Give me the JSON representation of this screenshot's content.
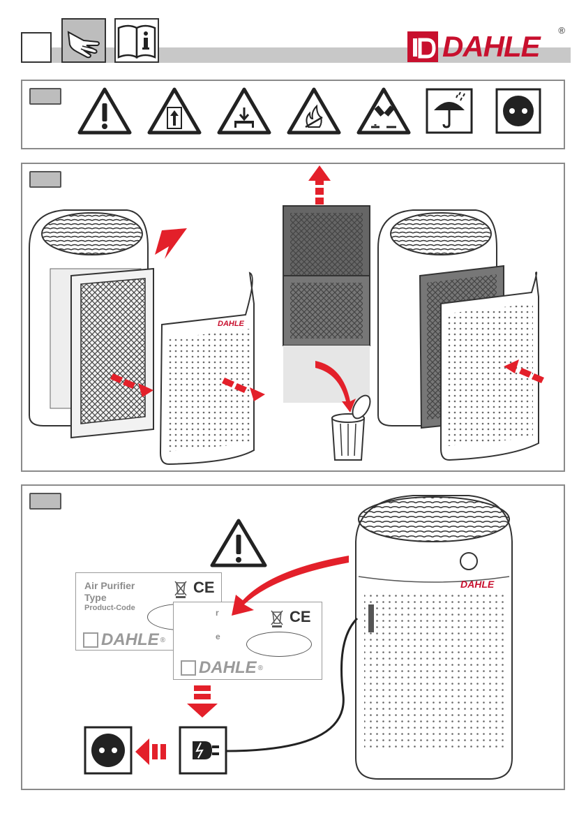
{
  "header": {
    "page_tab_label": "",
    "brand": "DAHLE",
    "brand_reg_mark": "®",
    "icons": [
      "hand-icon",
      "manual-info-icon"
    ]
  },
  "panel_safety": {
    "tab_label": "",
    "icons": [
      "general-warning-icon",
      "this-way-up-icon",
      "do-not-stack-icon",
      "flammable-warning-icon",
      "corrosive-warning-icon",
      "keep-dry-icon",
      "power-socket-icon"
    ]
  },
  "panel_filter": {
    "tab_label": ""
  },
  "panel_power": {
    "tab_label": "",
    "label_card": {
      "title1": "Air Purifier",
      "title2": "Type",
      "product_code": "Product-Code",
      "ce_mark": "CE",
      "brand": "DAHLE",
      "reg_mark": "®"
    },
    "label_card_back": {
      "partial_r": "r",
      "partial_e": "e",
      "ce_mark": "CE",
      "brand": "DAHLE",
      "reg_mark": "®"
    },
    "device_brand": "DAHLE"
  },
  "colors": {
    "accent_red": "#e3202a",
    "brand_red": "#c8102e",
    "frame_gray": "#8a8a8a",
    "bar_gray": "#c8c8c8"
  }
}
